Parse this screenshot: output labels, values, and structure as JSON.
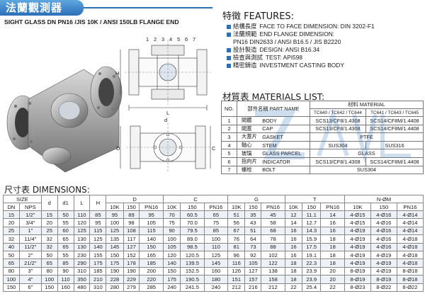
{
  "header": {
    "title_zh": "法蘭觀測器",
    "subtitle": "SIGHT GLASS  DN PN16 /JIS 10K / ANSI 150LB FLANGE END"
  },
  "features": {
    "title": "特徵  FEATURES:",
    "items": [
      {
        "zh": "結構長度",
        "en": "FACE TO FACE DIMENSION: DIN 3202-F1"
      },
      {
        "zh": "法蘭規範",
        "en": "END FLANGE DIMENSION:"
      },
      {
        "zh": "",
        "en": "PN16 DIN2633 / ANSI B16.5 / JIS B2220"
      },
      {
        "zh": "設計製造",
        "en": "DESIGN: ANSI B16.34"
      },
      {
        "zh": "檢查與測試",
        "en": "TEST: API598"
      },
      {
        "zh": "精密鑄造",
        "en": "INVESTMENT CASTING BODY"
      }
    ]
  },
  "materials": {
    "title": "材質表  MATERIALS LIST:",
    "head": {
      "no": "NO.",
      "part": "部件名稱  PART NAME",
      "material": "材料  MATERIAL",
      "mat_a": "TC640 / TC642 / TC644",
      "mat_b": "TC641 / TC643 / TC645"
    },
    "rows": [
      {
        "no": "1",
        "zh": "閥體",
        "en": "BODY",
        "a": "SCS13/CF8/1.4308",
        "b": "SCS14/CF8M/1.4408",
        "span": false
      },
      {
        "no": "2",
        "zh": "閥蓋",
        "en": "CAP",
        "a": "SCS13/CF8/1.4308",
        "b": "SCS14/CF8M/1.4408",
        "span": false
      },
      {
        "no": "3",
        "zh": "大蓋片",
        "en": "GASKET",
        "a": "PTFE",
        "b": "",
        "span": true
      },
      {
        "no": "4",
        "zh": "軸心",
        "en": "STEM",
        "a": "SUS304",
        "b": "SUS316",
        "span": false
      },
      {
        "no": "5",
        "zh": "玻璃",
        "en": "GLASS PARCEL",
        "a": "GLASS",
        "b": "",
        "span": true
      },
      {
        "no": "6",
        "zh": "指向片",
        "en": "INDICATOR",
        "a": "SCS13/CF8/1.4308",
        "b": "SCS14/CF8M/1.4408",
        "span": false
      },
      {
        "no": "7",
        "zh": "螺栓",
        "en": "BOLT",
        "a": "SUS304",
        "b": "",
        "span": true
      }
    ]
  },
  "drawing": {
    "callouts": [
      "1",
      "2",
      "3",
      "4",
      "5",
      "6",
      "7"
    ],
    "dim_labels": {
      "L": "L",
      "H": "H",
      "d": "d",
      "C": "C",
      "D": "D"
    }
  },
  "dimensions": {
    "title": "尺寸表  DIMENSIONS:",
    "groups": {
      "size": "SIZE",
      "d": "d",
      "d1": "d1",
      "L": "L",
      "H": "H",
      "D": "D",
      "C": "C",
      "G": "G",
      "T": "T",
      "N": "N-ØM"
    },
    "sub": {
      "dn": "DN",
      "nps": "NPS",
      "D": [
        "10K",
        "150",
        "PN16"
      ],
      "C": [
        "10K",
        "150",
        "PN16"
      ],
      "G": [
        "10K",
        "150",
        "PN16"
      ],
      "T": [
        "10K",
        "150",
        "PN16"
      ],
      "N": [
        "10K",
        "150",
        "PN16"
      ]
    },
    "rows": [
      [
        "15",
        "1/2\"",
        "15",
        "50",
        "110",
        "85",
        "95",
        "89",
        "95",
        "70",
        "60.5",
        "65",
        "51",
        "35",
        "45",
        "12",
        "11.1",
        "14",
        "4-Ø15",
        "4-Ø16",
        "4-Ø14"
      ],
      [
        "20",
        "3/4\"",
        "20",
        "55",
        "120",
        "95",
        "100",
        "98",
        "105",
        "75",
        "70.0",
        "75",
        "56",
        "43",
        "58",
        "14",
        "12.7",
        "16",
        "4-Ø15",
        "4-Ø16",
        "4-Ø14"
      ],
      [
        "25",
        "1\"",
        "25",
        "60",
        "125",
        "115",
        "125",
        "108",
        "115",
        "90",
        "79.5",
        "85",
        "67",
        "51",
        "68",
        "16",
        "14.3",
        "16",
        "4-Ø19",
        "4-Ø16",
        "4-Ø14"
      ],
      [
        "32",
        "11/4\"",
        "32",
        "65",
        "130",
        "125",
        "135",
        "117",
        "140",
        "100",
        "89.0",
        "100",
        "76",
        "64",
        "78",
        "16",
        "15.9",
        "18",
        "4-Ø19",
        "4-Ø16",
        "4-Ø18"
      ],
      [
        "40",
        "11/2\"",
        "32",
        "65",
        "130",
        "140",
        "145",
        "127",
        "150",
        "105",
        "98.5",
        "110",
        "81",
        "73",
        "88",
        "16",
        "17.5",
        "18",
        "4-Ø19",
        "4-Ø16",
        "4-Ø18"
      ],
      [
        "50",
        "2\"",
        "50",
        "55",
        "230",
        "155",
        "150",
        "152",
        "165",
        "120",
        "120.5",
        "125",
        "96",
        "92",
        "102",
        "16",
        "19.1",
        "18",
        "4-Ø19",
        "4-Ø19",
        "4-Ø18"
      ],
      [
        "65",
        "21/2\"",
        "65",
        "85",
        "290",
        "175",
        "175",
        "178",
        "185",
        "140",
        "139.5",
        "145",
        "116",
        "105",
        "122",
        "18",
        "22.3",
        "18",
        "4-Ø19",
        "4-Ø19",
        "4-Ø18"
      ],
      [
        "80",
        "3\"",
        "80",
        "90",
        "310",
        "185",
        "190",
        "190",
        "200",
        "150",
        "152.5",
        "160",
        "126",
        "127",
        "138",
        "18",
        "23.9",
        "20",
        "8-Ø19",
        "4-Ø19",
        "8-Ø18"
      ],
      [
        "100",
        "4\"",
        "100",
        "110",
        "350",
        "210",
        "228",
        "229",
        "220",
        "175",
        "190.5",
        "180",
        "151",
        "157",
        "158",
        "18",
        "23.9",
        "20",
        "8-Ø19",
        "8-Ø19",
        "8-Ø18"
      ],
      [
        "150",
        "6\"",
        "150",
        "160",
        "480",
        "310",
        "280",
        "279",
        "285",
        "240",
        "241.5",
        "240",
        "212",
        "216",
        "212",
        "22",
        "25.4",
        "22",
        "8-Ø23",
        "8-Ø22",
        "8-Ø22"
      ]
    ]
  }
}
